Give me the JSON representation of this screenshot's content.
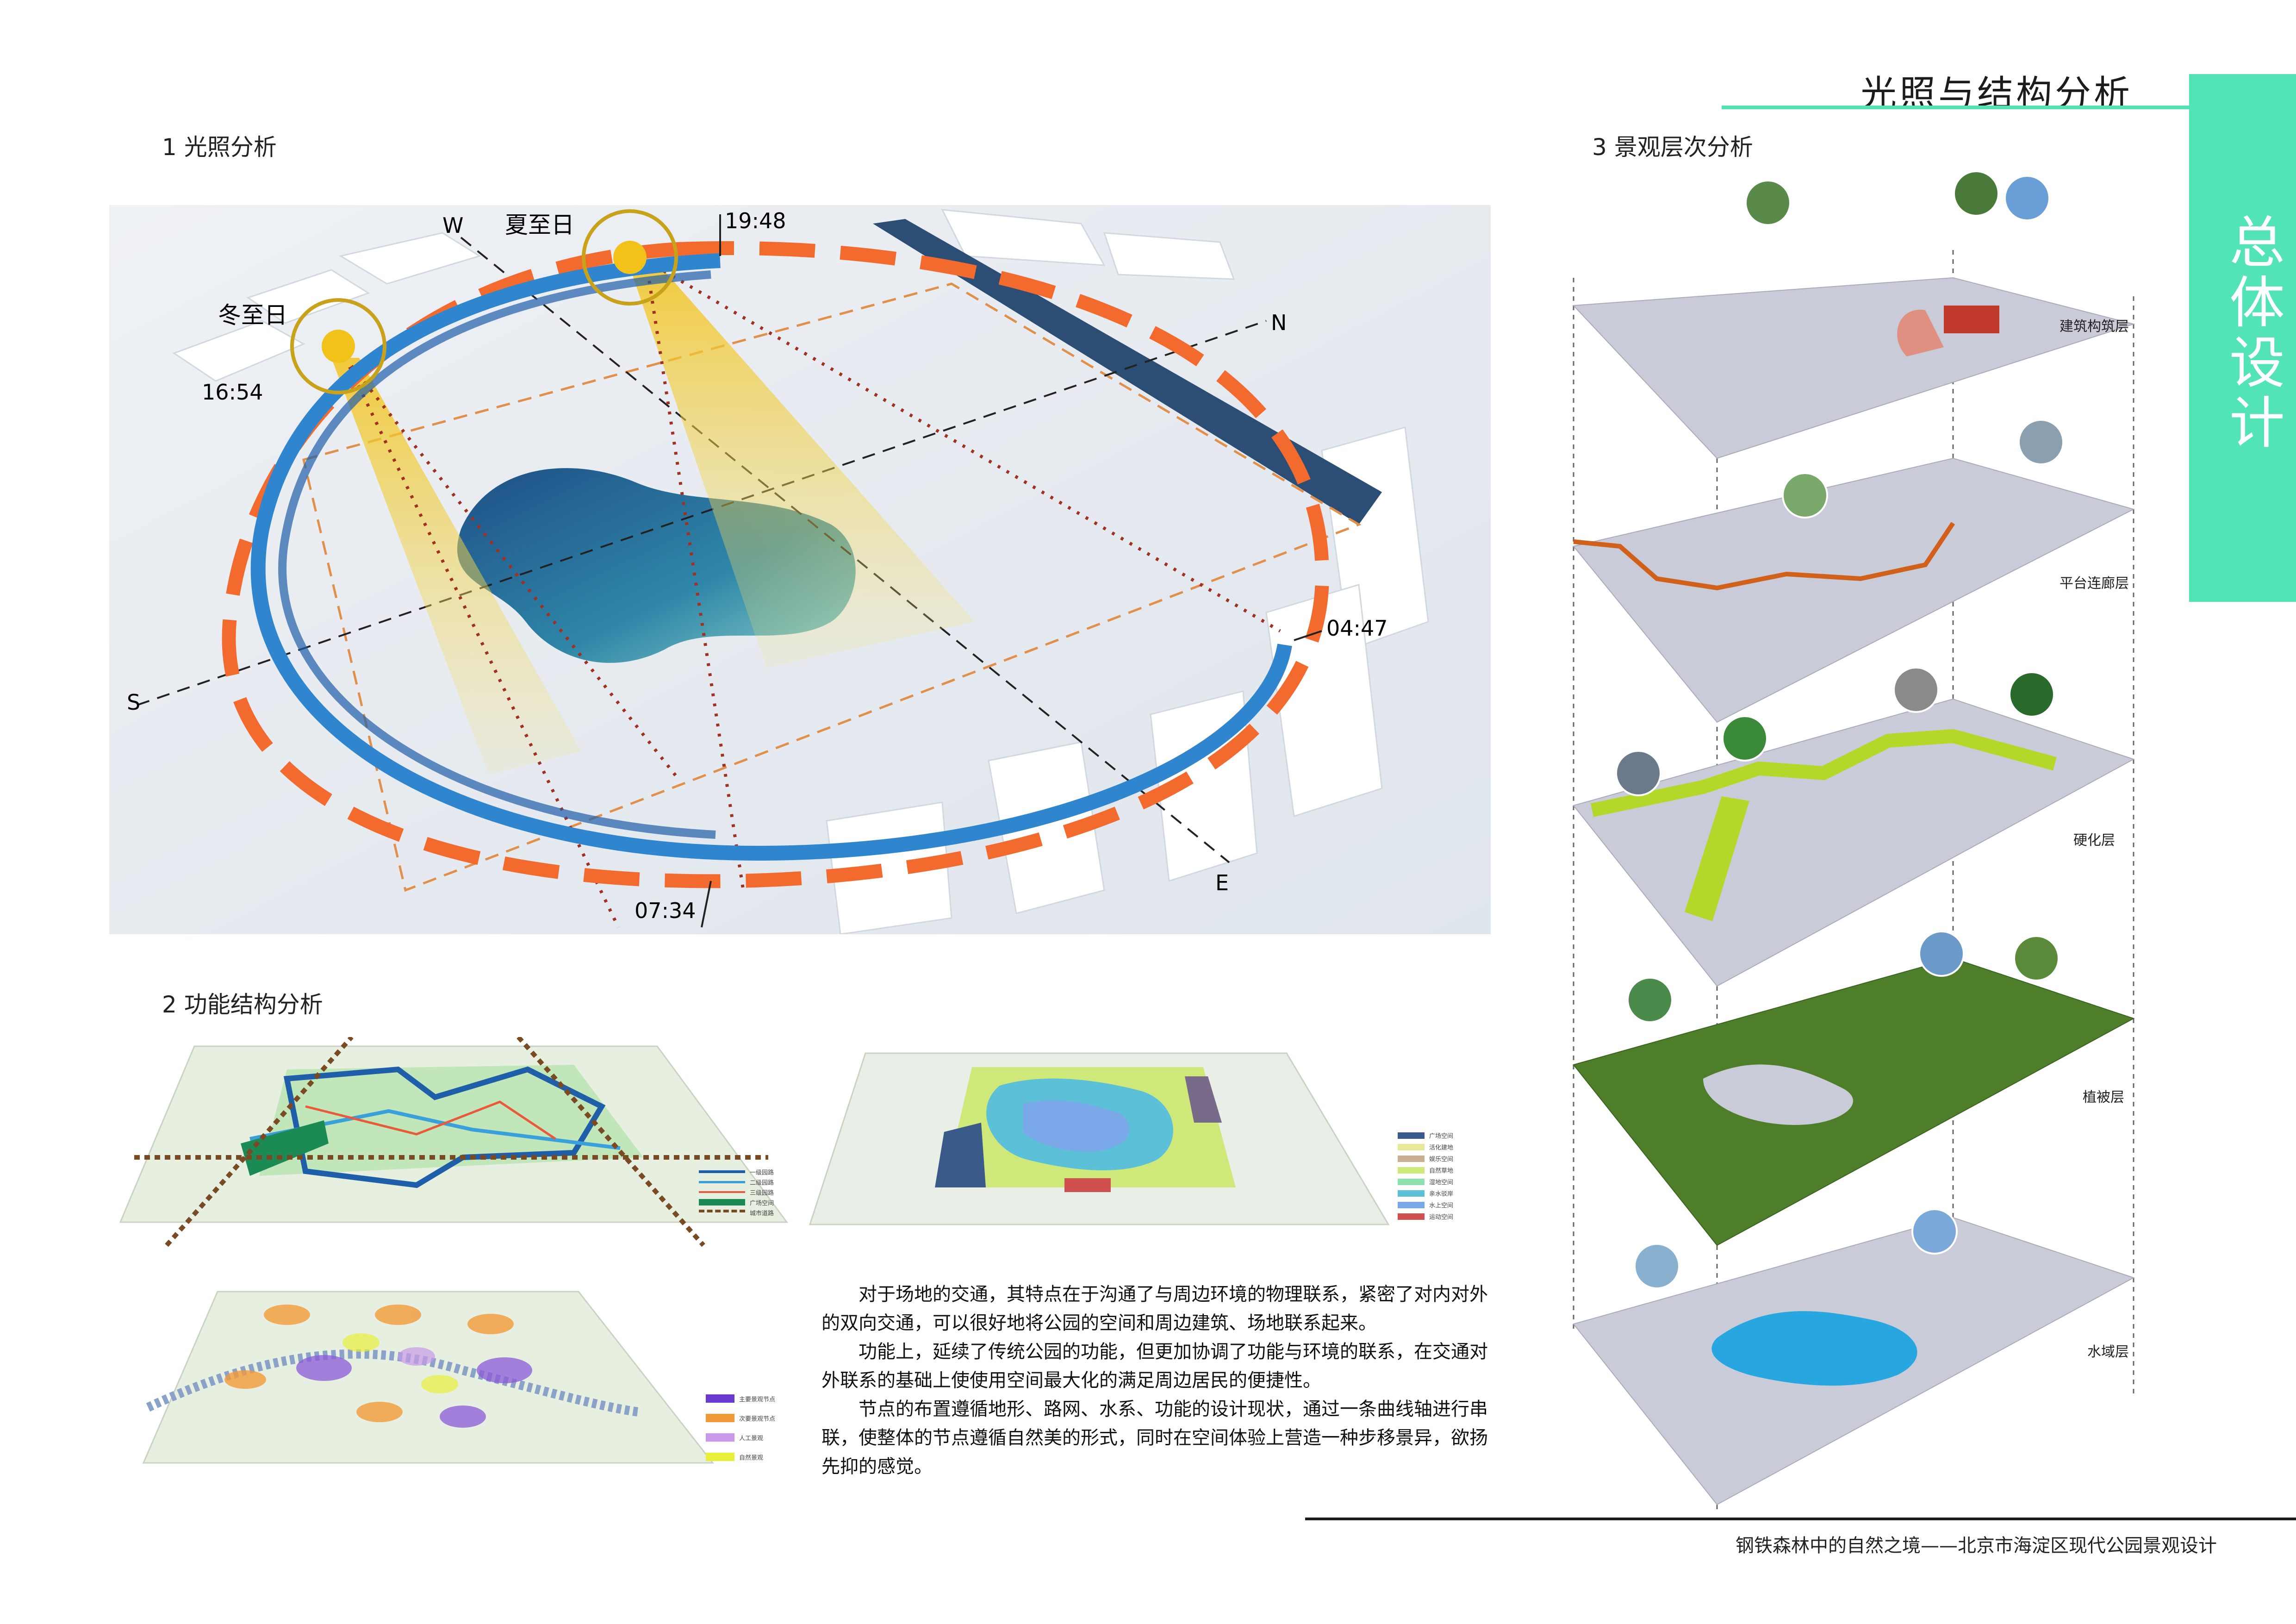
{
  "header": {
    "title": "光照与结构分析",
    "side_title": "总体设计",
    "footer": "钢铁森林中的自然之境——北京市海淀区现代公园景观设计"
  },
  "section1": {
    "title": "1  光照分析",
    "labels": {
      "west": "W",
      "north": "N",
      "south": "S",
      "east": "E",
      "summer_solstice": "夏至日",
      "winter_solstice": "冬至日",
      "t_1948": "19:48",
      "t_1654": "16:54",
      "t_0447": "04:47",
      "t_0734": "07:34"
    }
  },
  "section2": {
    "title": "2  功能结构分析",
    "legend1": [
      "一级园路",
      "二级园路",
      "三级园路",
      "广场空间",
      "城市道路"
    ],
    "legend2": [
      "广场空间",
      "活化建地",
      "娱乐空间",
      "自然草地",
      "湿地空间",
      "亲水驳岸",
      "水上空间",
      "运动空间"
    ],
    "legend3": [
      "主要景观节点",
      "次要景观节点",
      "人工景观",
      "自然景观"
    ],
    "paragraphs": [
      "对于场地的交通，其特点在于沟通了与周边环境的物理联系，紧密了对内对外的双向交通，可以很好地将公园的空间和周边建筑、场地联系起来。",
      "功能上，延续了传统公园的功能，但更加协调了功能与环境的联系，在交通对外联系的基础上使使用空间最大化的满足周边居民的便捷性。",
      "节点的布置遵循地形、路网、水系、功能的设计现状，通过一条曲线轴进行串联，使整体的节点遵循自然美的形式，同时在空间体验上营造一种步移景异，欲扬先抑的感觉。"
    ]
  },
  "section3": {
    "title": "3  景观层次分析",
    "layers": [
      "建筑构筑层",
      "平台连廊层",
      "硬化层",
      "植被层",
      "水域层"
    ]
  },
  "colors": {
    "accent_teal": "#52e3b6",
    "sun_orange": "#f26a2e",
    "sun_blue": "#2f86cf",
    "sun_yellow": "#f2c21a"
  }
}
